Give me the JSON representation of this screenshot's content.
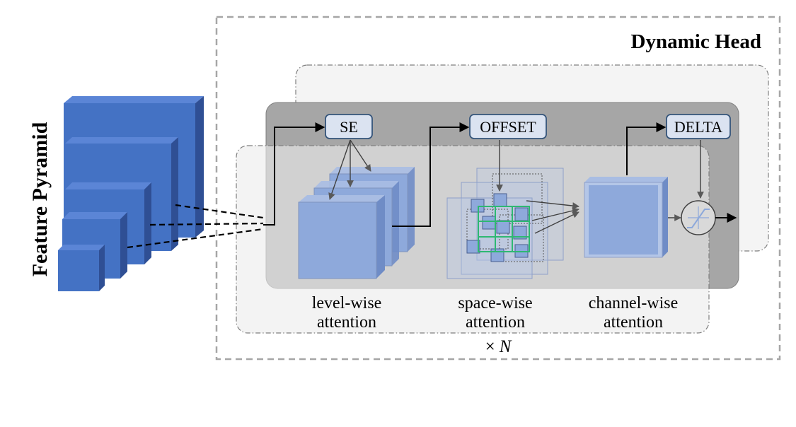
{
  "title": "Dynamic Head",
  "left_label": "Feature Pyramid",
  "modules": {
    "se": "SE",
    "offset": "OFFSET",
    "delta": "DELTA"
  },
  "attention": {
    "level_line1": "level-wise",
    "level_line2": "attention",
    "space_line1": "space-wise",
    "space_line2": "attention",
    "channel_line1": "channel-wise",
    "channel_line2": "attention"
  },
  "repeat": {
    "times_symbol": "×",
    "variable": "N"
  },
  "colors": {
    "pyramid_front": "#4472c4",
    "pyramid_side": "#2f4f94",
    "pyramid_top": "#5b85d6",
    "feature_fill": "#8ea9db",
    "feature_side": "#6f8cc6",
    "panel_gray": "#a6a6a6",
    "panel_light": "#ececec",
    "module_box": "#dbe3f1",
    "module_stroke": "#34547a",
    "offset_grid": "#2eb872"
  }
}
